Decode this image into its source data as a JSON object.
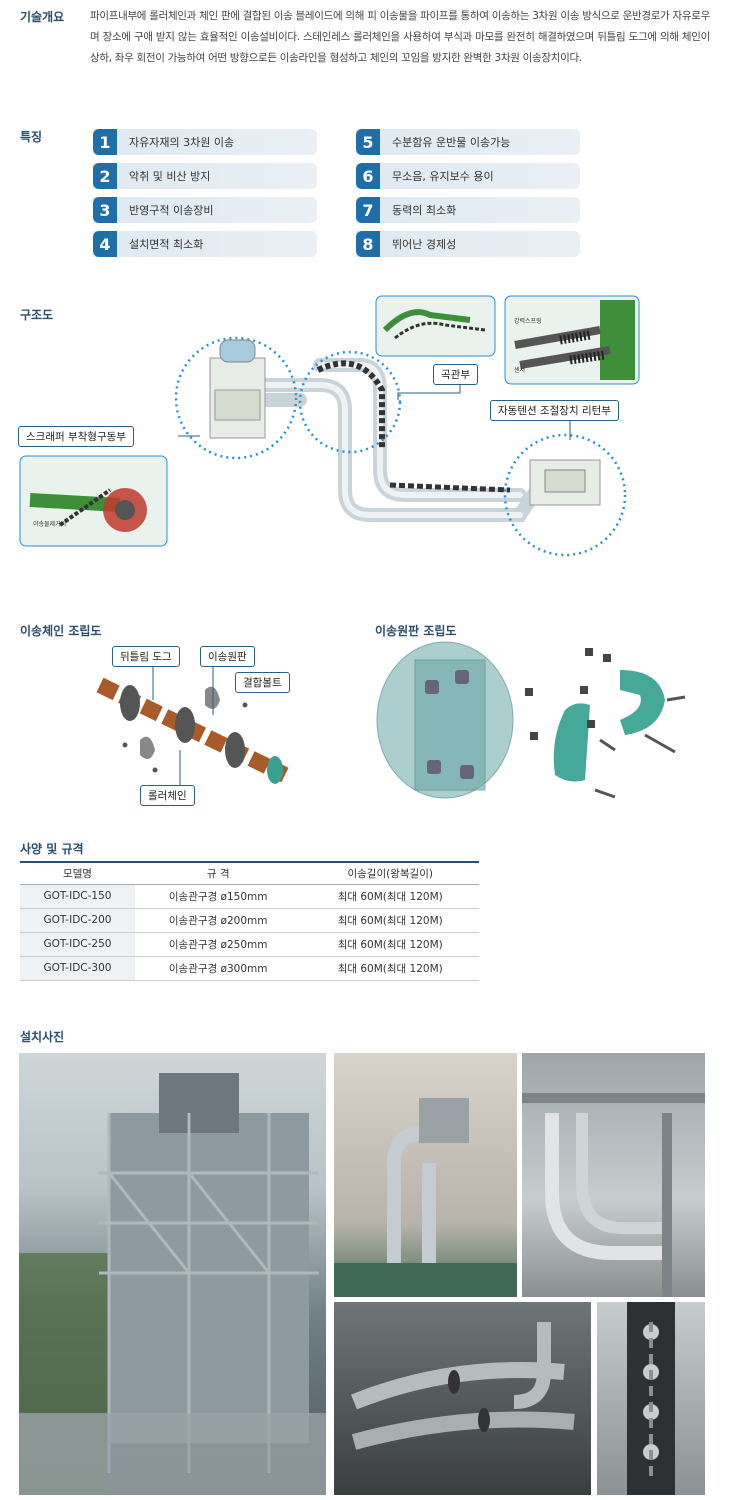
{
  "overview": {
    "title": "기술개요",
    "text": "파이프내부에 롤러체인과 체인 판에 결합된 이송 블레이드에 의해 피 이송물을 파이프를 통하여 이송하는 3차원 이송 방식으로 운반경로가 자유로우며 장소에 구애 받지 않는 효율적인 이송설비이다. 스테인레스 롤러체인을 사용하여 부식과 마모를 완전히 해결하였으며 뒤틀림 도그에 의해 체인이 상하, 좌우 회전이 가능하여 어떤 방향으로든 이송라인을 형성하고 체인의 꼬임을 방지한 완벽한 3차원 이송장치이다."
  },
  "features": {
    "title": "특징",
    "items": [
      {
        "num": "1",
        "label": "자유자재의 3차원 이송"
      },
      {
        "num": "2",
        "label": "악취 및 비산 방지"
      },
      {
        "num": "3",
        "label": "반영구적 이송장비"
      },
      {
        "num": "4",
        "label": "설치면적 최소화"
      },
      {
        "num": "5",
        "label": "수분함유 운반물 이송가능"
      },
      {
        "num": "6",
        "label": "무소음, 유지보수 용이"
      },
      {
        "num": "7",
        "label": "동력의 최소화"
      },
      {
        "num": "8",
        "label": "뛰어난 경제성"
      }
    ]
  },
  "structure": {
    "title": "구조도",
    "labels": {
      "scraper": "스크래퍼 부착형구동부",
      "elbow": "곡관부",
      "tension": "자동텐션 조절장치 리턴부",
      "remover": "이송물제거비",
      "spring": "강력스프링",
      "sensor": "센서"
    }
  },
  "chain_assembly": {
    "title": "이송체인 조립도",
    "labels": {
      "dog": "뒤틀림 도그",
      "disc": "이송원판",
      "bolt": "결합볼트",
      "chain": "롤러체인"
    }
  },
  "disc_assembly": {
    "title": "이송원판 조립도"
  },
  "spec": {
    "title": "사양 및 규격",
    "headers": [
      "모델명",
      "규 격",
      "이송길이(왕복길이)"
    ],
    "rows": [
      [
        "GOT-IDC-150",
        "이송관구경 ø150mm",
        "최대 60M(최대 120M)"
      ],
      [
        "GOT-IDC-200",
        "이송관구경 ø200mm",
        "최대 60M(최대 120M)"
      ],
      [
        "GOT-IDC-250",
        "이송관구경 ø250mm",
        "최대 60M(최대 120M)"
      ],
      [
        "GOT-IDC-300",
        "이송관구경 ø300mm",
        "최대 60M(최대 120M)"
      ]
    ]
  },
  "install": {
    "title": "설치사진"
  },
  "colors": {
    "accent": "#1f6ea8",
    "heading": "#2b4d6e",
    "dotted": "#2a8fd0",
    "green": "#3f8f3a"
  }
}
